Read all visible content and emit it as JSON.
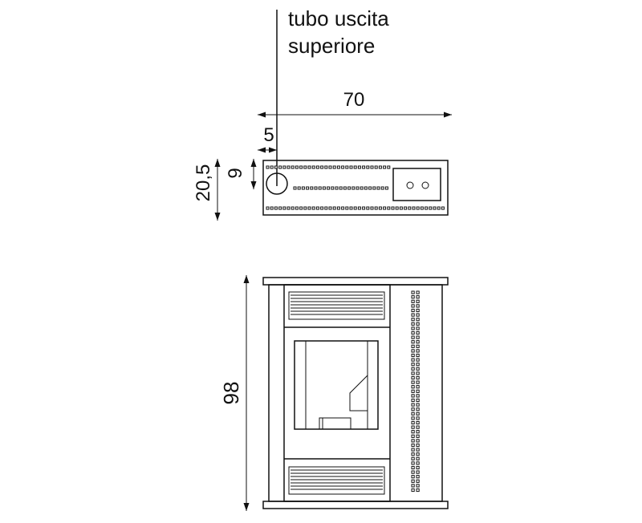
{
  "labels": {
    "outlet_line1": "tubo uscita",
    "outlet_line2": "superiore"
  },
  "dimensions": {
    "width": "70",
    "outlet_offset_x": "5",
    "depth": "20,5",
    "outlet_offset_y": "9",
    "height": "98"
  },
  "colors": {
    "line": "#111111",
    "background": "#ffffff"
  }
}
